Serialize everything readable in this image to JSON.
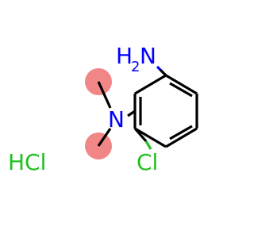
{
  "molecule": {
    "atoms": {
      "amine_h": "H",
      "amine_h_count": "2",
      "amine_n": "N",
      "dimethyl_n": "N",
      "chlorine": "Cl"
    },
    "salt": "HCl"
  },
  "colors": {
    "bond": "#000000",
    "nitrogen": "#0000ff",
    "chlorine": "#21c021",
    "methyl_highlight": "#f08080"
  }
}
